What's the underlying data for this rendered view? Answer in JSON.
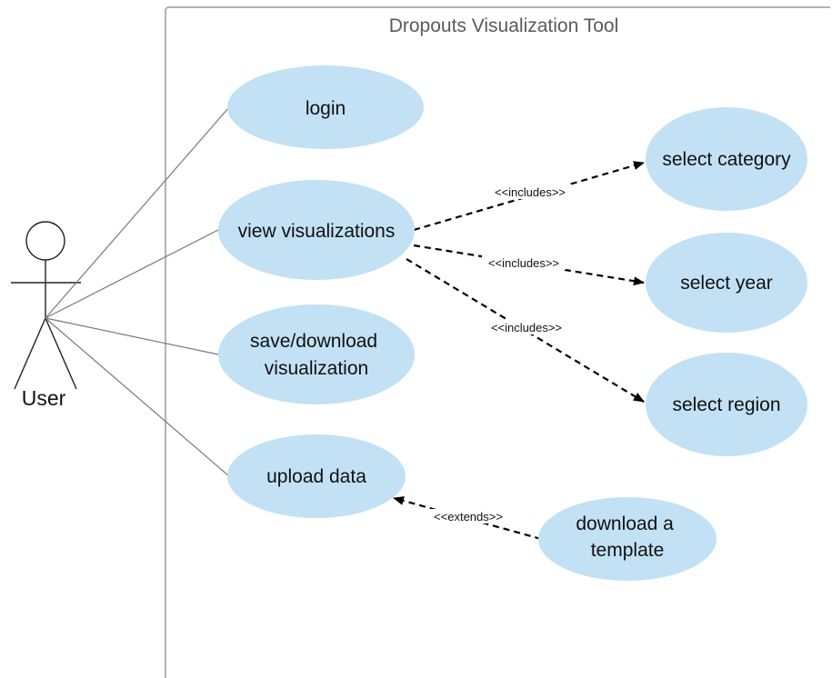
{
  "system": {
    "title": "Dropouts Visualization Tool"
  },
  "actor": {
    "name": "User"
  },
  "use_cases": {
    "login": [
      "login"
    ],
    "view": [
      "view visualizations"
    ],
    "save": [
      "save/download",
      "visualization"
    ],
    "upload": [
      "upload data"
    ],
    "category": [
      "select category"
    ],
    "year": [
      "select year"
    ],
    "region": [
      "select region"
    ],
    "template": [
      "download a",
      "template"
    ]
  },
  "relations": {
    "includes_category": "<<includes>>",
    "includes_year": "<<includes>>",
    "includes_region": "<<includes>>",
    "extends_template": "<<extends>>"
  },
  "colors": {
    "usecase_fill": "#c2e1f4",
    "boundary": "#9a9a9a",
    "line": "#7a7a7a",
    "dashed": "#000000"
  }
}
